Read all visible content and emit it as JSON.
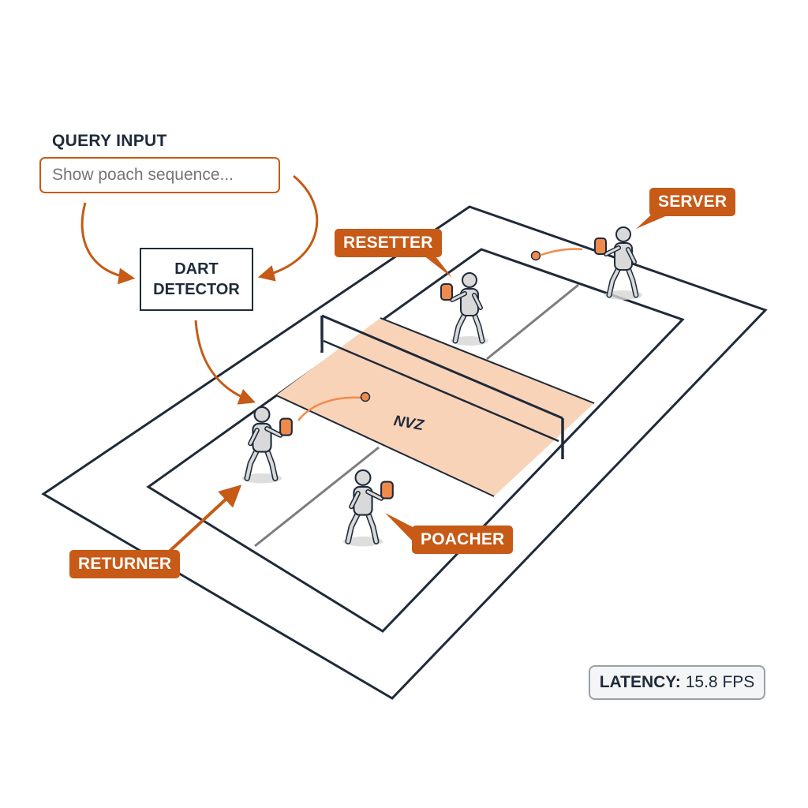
{
  "query": {
    "title": "QUERY INPUT",
    "placeholder": "Show poach sequence..."
  },
  "detector": {
    "line1": "DART",
    "line2": "DETECTOR"
  },
  "court": {
    "zone_label": "NVZ",
    "zone_color": "#f9d3b8",
    "line_color": "#1f2a3a"
  },
  "roles": {
    "server": "SERVER",
    "resetter": "RESETTER",
    "returner": "RETURNER",
    "poacher": "POACHER"
  },
  "latency": {
    "label": "LATENCY:",
    "value": "15.8 FPS"
  },
  "colors": {
    "accent": "#c65a16",
    "paddle": "#f08a4b",
    "player": "#d9d9d9",
    "ink": "#1f2a3a"
  },
  "icons": [
    "player-figure-icon",
    "paddle-icon",
    "ball-icon",
    "arrow-icon"
  ]
}
